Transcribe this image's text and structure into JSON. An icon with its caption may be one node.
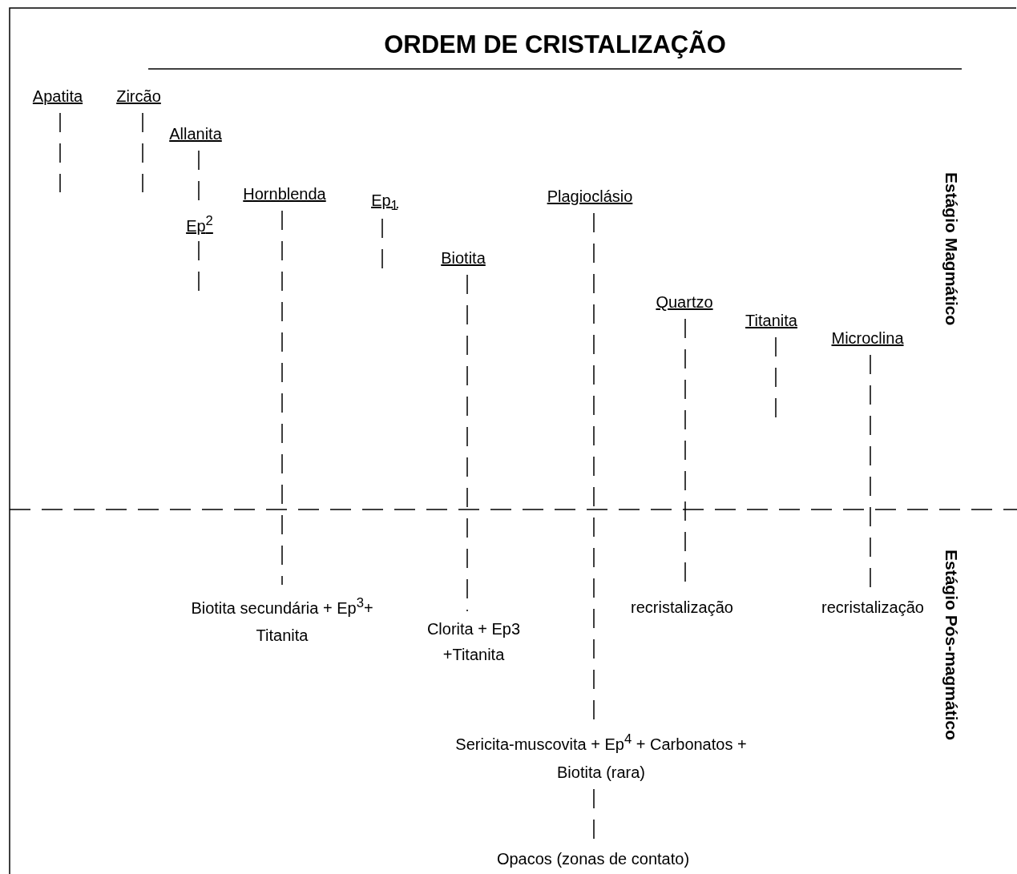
{
  "diagram": {
    "title": "ORDEM DE CRISTALIZAÇÃO",
    "nodes": [
      {
        "text": [
          "Apatita"
        ]
      },
      {
        "text": [
          "Zircão"
        ]
      },
      {
        "text": [
          "Allanita"
        ]
      },
      {
        "text": [
          "Ep$^{2}$"
        ]
      },
      {
        "text": [
          "Hornblenda"
        ]
      },
      {
        "text": [
          "Ep$_{1}$"
        ]
      },
      {
        "text": [
          "Biotita"
        ]
      },
      {
        "text": [
          "Plagioclásio"
        ]
      },
      {
        "text": [
          "Quartzo"
        ]
      },
      {
        "text": [
          "Titanita"
        ]
      },
      {
        "text": [
          "Microclina"
        ]
      },
      {
        "text": [
          "Biotita secundária + Ep$^{3}$+ Titanita"
        ]
      },
      {
        "text": [
          "Clorita + Ep3 +Titanita"
        ]
      },
      {
        "text": [
          "recristalização"
        ]
      },
      {
        "text": [
          "recristalização"
        ]
      },
      {
        "text": [
          "Sericita-muscovita + Ep$^{4}$ + Carbonatos + Biotita (rara)"
        ]
      },
      {
        "text": [
          "Opacos (zonas de contato)"
        ]
      }
    ],
    "edges": [
      {
        "from": 0,
        "to": null,
        "arrow": "none",
        "style": "dashed"
      },
      {
        "from": 1,
        "to": null,
        "arrow": "none",
        "style": "dashed"
      },
      {
        "from": 2,
        "to": 3,
        "arrow": "none",
        "style": "dashed"
      },
      {
        "from": 3,
        "to": null,
        "arrow": "none",
        "style": "dashed"
      },
      {
        "from": 4,
        "to": 11,
        "arrow": "none",
        "style": "dashed"
      },
      {
        "from": 5,
        "to": null,
        "arrow": "none",
        "style": "dashed"
      },
      {
        "from": 6,
        "to": 12,
        "arrow": "none",
        "style": "dashed"
      },
      {
        "from": 7,
        "to": 15,
        "arrow": "none",
        "style": "dashed"
      },
      {
        "from": 15,
        "to": 16,
        "arrow": "none",
        "style": "dashed"
      },
      {
        "from": 8,
        "to": 13,
        "arrow": "none",
        "style": "dashed"
      },
      {
        "from": 9,
        "to": null,
        "arrow": "none",
        "style": "dashed"
      },
      {
        "from": 10,
        "to": 14,
        "arrow": "none",
        "style": "dashed"
      }
    ],
    "labels": [
      "Estágio Magmático",
      "Estágio Pós-magmático"
    ]
  }
}
